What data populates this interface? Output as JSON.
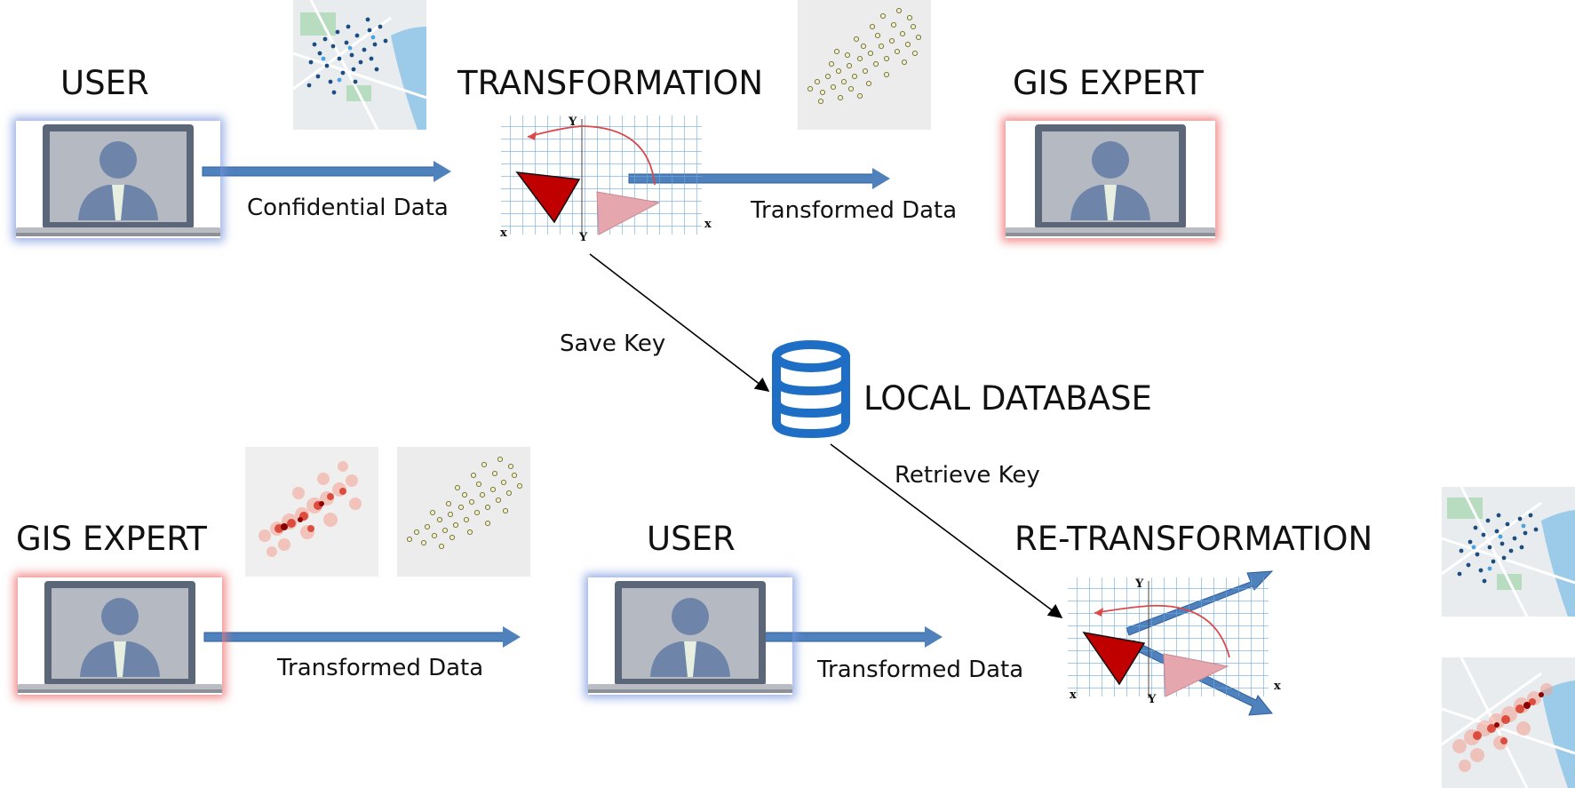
{
  "top": {
    "user_title": "USER",
    "transformation_title": "TRANSFORMATION",
    "gis_expert_title": "GIS EXPERT",
    "confidential_label": "Confidential Data",
    "transformed_label": "Transformed Data"
  },
  "middle": {
    "save_key_label": "Save Key",
    "database_title": "LOCAL DATABASE",
    "retrieve_key_label": "Retrieve Key"
  },
  "bottom": {
    "gis_expert_title": "GIS EXPERT",
    "user_title": "USER",
    "retransformation_title": "RE-TRANSFORMATION",
    "transformed_label_1": "Transformed Data",
    "transformed_label_2": "Transformed Data"
  },
  "grid": {
    "axis_y": "Y",
    "axis_x": "x"
  },
  "colors": {
    "arrow_blue": "#4f81bd",
    "user_glow": "#8fa8dc",
    "expert_glow": "#f08080",
    "database_blue": "#1f6ec5",
    "triangle_red": "#c00000",
    "triangle_pink": "#e6a6ad",
    "grid_blue": "#6fa8dc"
  }
}
